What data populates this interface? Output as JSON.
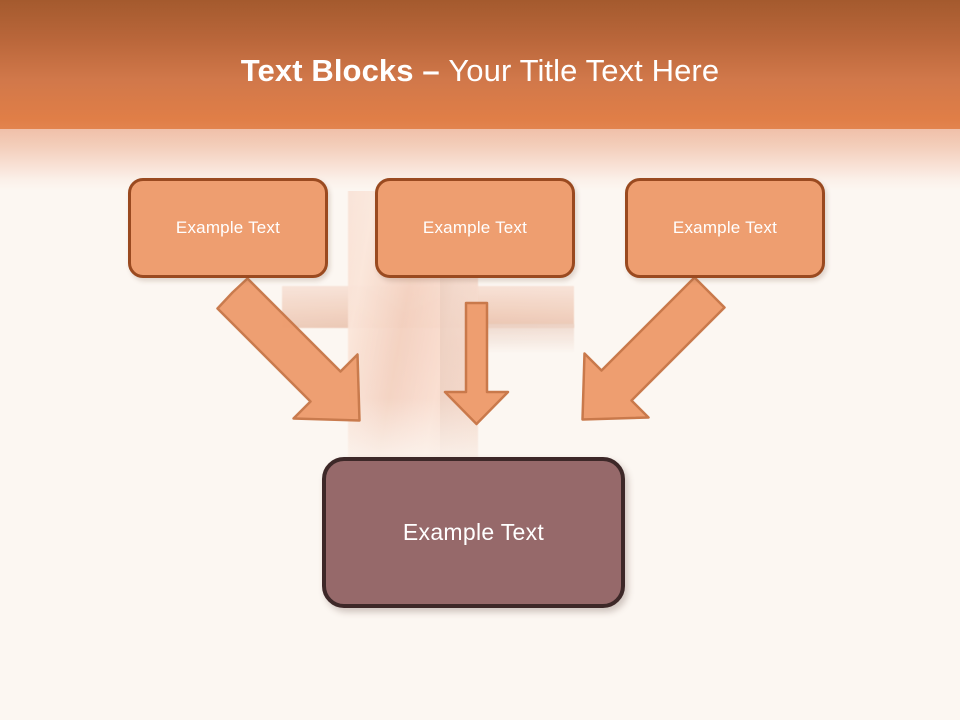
{
  "slide": {
    "background_color": "#fcf7f2",
    "header": {
      "gradient_top_color": "#a45a2e",
      "gradient_bottom_color": "#e0804a",
      "title_prefix": "Text Blocks ",
      "title_separator": "– ",
      "title_rest": "Your Title Text Here",
      "title_full": "Text Blocks – Your Title Text Here",
      "title_color": "#ffffff"
    },
    "background_image": {
      "name": "wooden-cross-photo",
      "description": "faint washed-out photo of a pale wooden cross behind the diagram"
    },
    "diagram": {
      "box_fill_color": "#ee9e70",
      "box_border_color": "#9a4a20",
      "result_fill_color": "#96696a",
      "result_border_color": "#3d2828",
      "arrow_fill_color": "#ee9e70",
      "arrow_border_color": "#c9794b",
      "top_boxes": [
        {
          "label": "Example Text"
        },
        {
          "label": "Example Text"
        },
        {
          "label": "Example Text"
        }
      ],
      "arrows": [
        {
          "name": "arrow-diagonal-left",
          "direction": "down-right"
        },
        {
          "name": "arrow-down-center",
          "direction": "down"
        },
        {
          "name": "arrow-diagonal-right",
          "direction": "down-left"
        }
      ],
      "result_box": {
        "label": "Example Text"
      }
    }
  }
}
